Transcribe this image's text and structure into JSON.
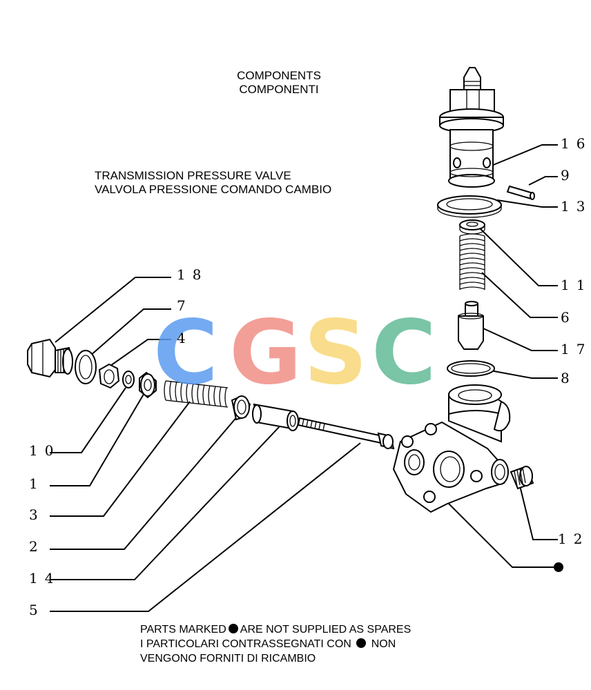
{
  "header": {
    "line1": "COMPONENTS",
    "line2": "COMPONENTI"
  },
  "title": {
    "line1": "TRANSMISSION  PRESSURE  VALVE",
    "line2": "VALVOLA PRESSIONE COMANDO CAMBIO"
  },
  "callouts": {
    "c16": "16",
    "c9": "9",
    "c13": "13",
    "c11": "11",
    "c6": "6",
    "c17": "17",
    "c8": "8",
    "c18": "18",
    "c7": "7",
    "c4": "4",
    "c10": "10",
    "c1": "1",
    "c3": "3",
    "c2": "2",
    "c14": "14",
    "c5": "5",
    "c12": "12"
  },
  "watermark": {
    "c1": "C",
    "g": "G",
    "s": "S",
    "c2": "C",
    "colors": [
      "#5b9cf0",
      "#f08f86",
      "#f8d878",
      "#62bb96"
    ]
  },
  "footer": {
    "line1_a": "PARTS MARKED",
    "line1_b": "ARE NOT SUPPLIED AS SPARES",
    "line2_a": "I  PARTICOLARI  CONTRASSEGNATI  CON",
    "line2_b": "NON",
    "line3": "VENGONO FORNITI DI RICAMBIO"
  }
}
